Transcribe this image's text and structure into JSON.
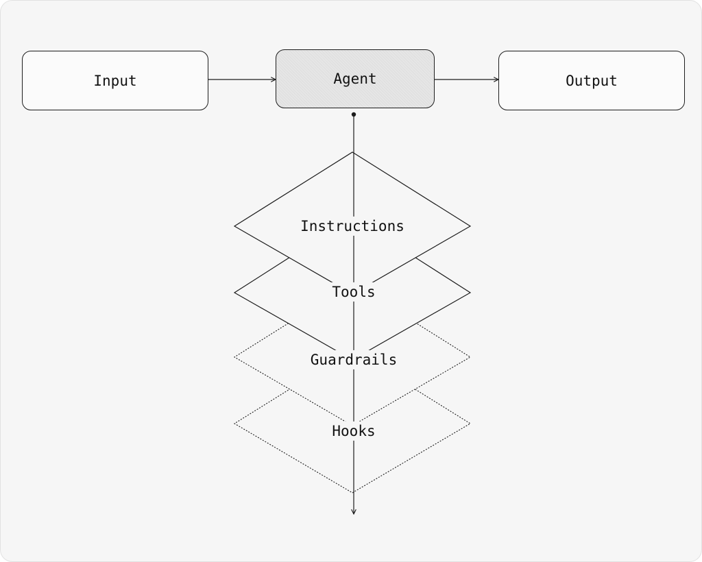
{
  "nodes": {
    "input": "Input",
    "agent": "Agent",
    "output": "Output"
  },
  "layers": [
    {
      "label": "Instructions",
      "border": "solid"
    },
    {
      "label": "Tools",
      "border": "solid"
    },
    {
      "label": "Guardrails",
      "border": "dotted"
    },
    {
      "label": "Hooks",
      "border": "dotted"
    }
  ],
  "colors": {
    "background": "#f6f6f6",
    "stroke": "#1c1c1c",
    "agent_fill": "#e6e6e6"
  }
}
